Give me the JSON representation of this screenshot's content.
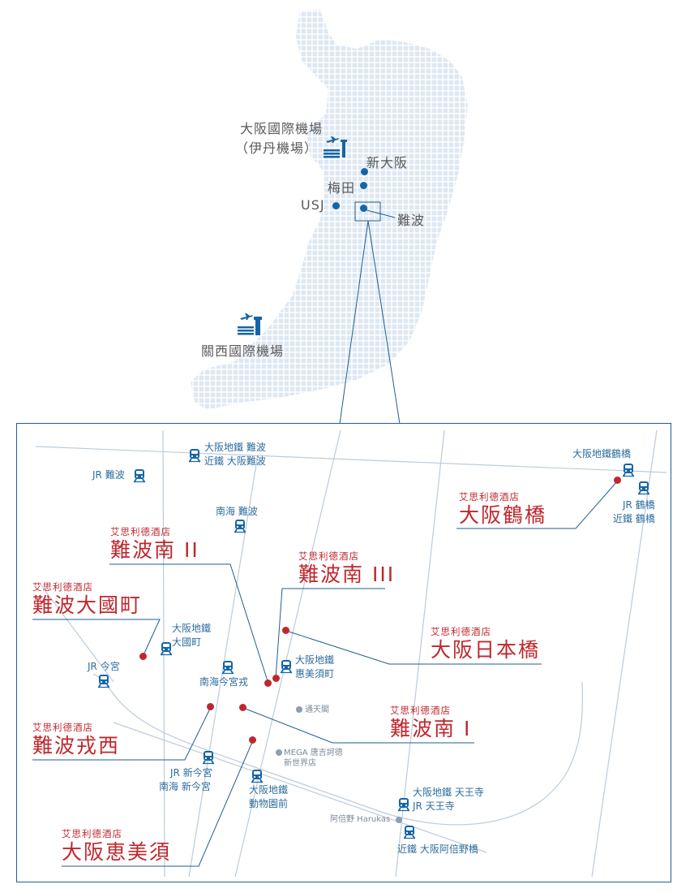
{
  "overview": {
    "airport_itami_line1": "大阪國際機場",
    "airport_itami_line2": "（伊丹機場）",
    "airport_kansai": "關西國際機場",
    "cities": {
      "shin_osaka": "新大阪",
      "umeda": "梅田",
      "usj": "USJ",
      "namba": "難波"
    }
  },
  "stations": {
    "metro_namba": "大阪地鐵 難波",
    "kintetsu_osaka_namba": "近鐵 大阪難波",
    "jr_namba": "JR 難波",
    "nankai_namba": "南海 難波",
    "metro_tsuruhashi": "大阪地鐵鶴橋",
    "jr_tsuruhashi": "JR 鶴橋",
    "kintetsu_tsuruhashi": "近鐵 鶴橋",
    "metro_daikokucho_1": "大阪地鐵",
    "metro_daikokucho_2": "大國町",
    "jr_imamiya": "JR 今宮",
    "nankai_imamiyaebisu": "南海今宮戎",
    "metro_ebisucho_1": "大阪地鐵",
    "metro_ebisucho_2": "惠美須町",
    "jr_shinimamiya": "JR 新今宮",
    "nankai_shinimamiya": "南海 新今宮",
    "metro_dobutsuenmae_1": "大阪地鐵",
    "metro_dobutsuenmae_2": "動物園前",
    "metro_tennoji": "大阪地鐵 天王寺",
    "jr_tennoji": "JR 天王寺",
    "kintetsu_abenobashi": "近鐵 大阪阿倍野橋"
  },
  "landmarks": {
    "tsutenkaku": "通天閣",
    "mega_donki_1": "MEGA 唐吉訶德",
    "mega_donki_2": "新世界店",
    "abeno_harukas": "阿倍野 Harukas"
  },
  "hotels": {
    "brand": "艾思利德酒店",
    "tsuruhashi": "大阪鶴橋",
    "namba_minami_2": "難波南 II",
    "namba_minami_3": "難波南 III",
    "namba_daikokucho": "難波大國町",
    "osaka_nipponbashi": "大阪日本橋",
    "namba_minami_1": "難波南 I",
    "namba_ebisu_nishi": "難波戎西",
    "osaka_ebisu": "大阪恵美須"
  },
  "colors": {
    "map_land": "#dde8f3",
    "brand_blue": "#1565a8",
    "station_blue": "#2e6d9c",
    "hotel_red": "#c0272d",
    "route_line": "#bccbdb"
  },
  "icons": {
    "airport": "airport-icon",
    "train": "train-icon"
  }
}
